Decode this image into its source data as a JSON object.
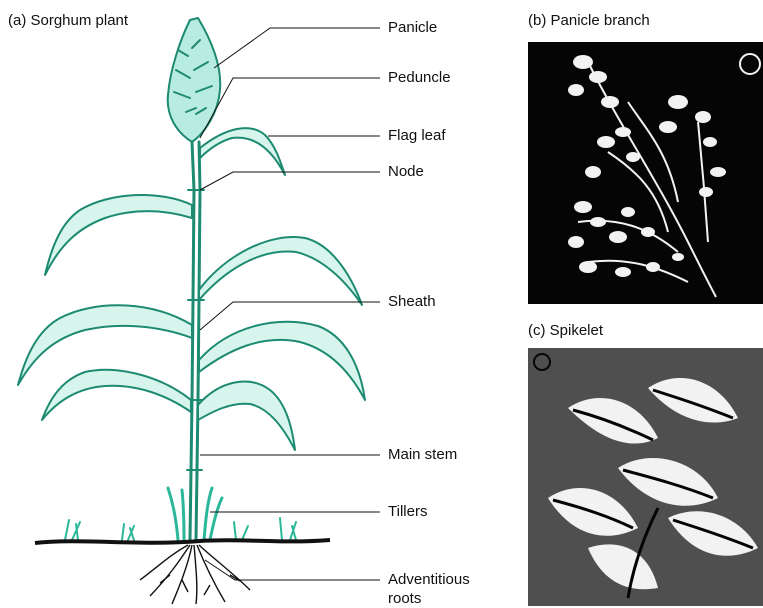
{
  "panels": {
    "a_title": "(a) Sorghum plant",
    "b_title": "(b) Panicle branch",
    "c_title": "(c) Spikelet"
  },
  "labels": {
    "panicle": "Panicle",
    "peduncle": "Peduncle",
    "flag_leaf": "Flag leaf",
    "node": "Node",
    "sheath": "Sheath",
    "main_stem": "Main stem",
    "tillers": "Tillers",
    "adventitious_line1": "Adventitious",
    "adventitious_line2": "roots"
  },
  "colors": {
    "plant": "#2bb89a",
    "plant_dark": "#1d8a72",
    "soil": "#111111",
    "photo_bg": "#050505",
    "photo_fg": "#f2f2f2"
  }
}
